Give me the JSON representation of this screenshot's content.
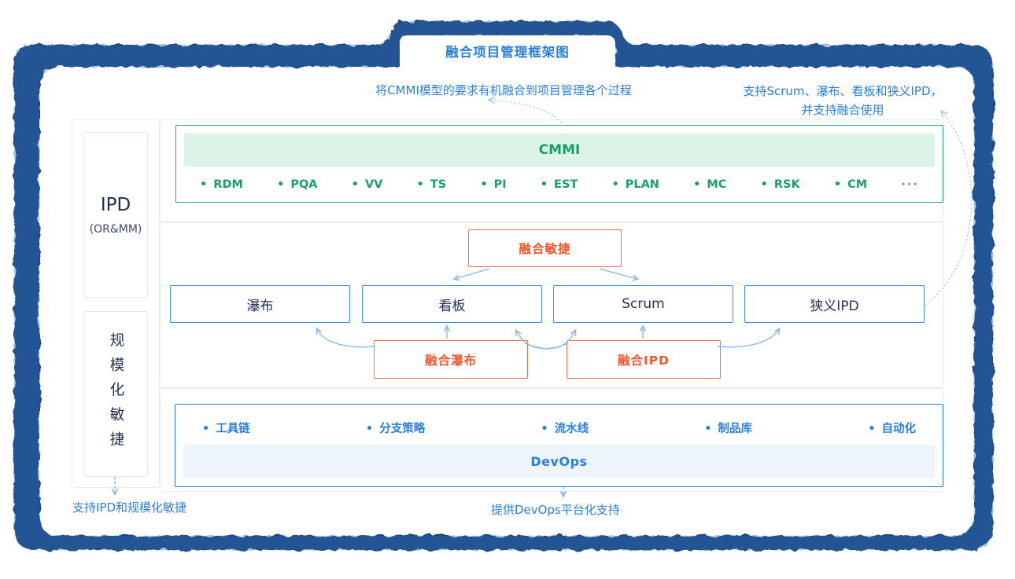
{
  "title_tab": {
    "label": "融合项目管理框架图"
  },
  "annotations": {
    "top": "将CMMI模型的要求有机融合到项目管理各个过程",
    "right_line1": "支持Scrum、瀑布、看板和狭义IPD，",
    "right_line2": "并支持融合使用",
    "bottom_left": "支持IPD和规模化敏捷",
    "bottom_center": "提供DevOps平台化支持"
  },
  "left_column": {
    "ipd": {
      "label": "IPD",
      "sublabel": "(OR&MM)"
    },
    "scaled_agile": {
      "label": "规模化敏捷"
    }
  },
  "cmmi": {
    "title": "CMMI",
    "items": [
      "RDM",
      "PQA",
      "VV",
      "TS",
      "PI",
      "EST",
      "PLAN",
      "MC",
      "RSK",
      "CM"
    ],
    "more": "···"
  },
  "fusion": {
    "agile": "融合敏捷",
    "waterfall": "融合瀑布",
    "ipd": "融合IPD"
  },
  "methods": [
    "瀑布",
    "看板",
    "Scrum",
    "狭义IPD"
  ],
  "devops": {
    "title": "DevOps",
    "items": [
      "工具链",
      "分支策略",
      "流水线",
      "制品库",
      "自动化"
    ]
  },
  "colors": {
    "frame_navy": "#1d4a87",
    "frame_navy_light": "#2f66a5",
    "blue": "#2b7fd9",
    "blue_border": "#3e8de8",
    "navy_text": "#22304f",
    "green": "#18a066",
    "green_border": "#2aa87e",
    "green_bg": "#dcf4e8",
    "orange": "#f2572b",
    "orange_border": "#f36d45",
    "gray_border": "#e9ecf0",
    "devops_bg": "#eef4fc",
    "arrow_blue": "#8ab9ec"
  }
}
